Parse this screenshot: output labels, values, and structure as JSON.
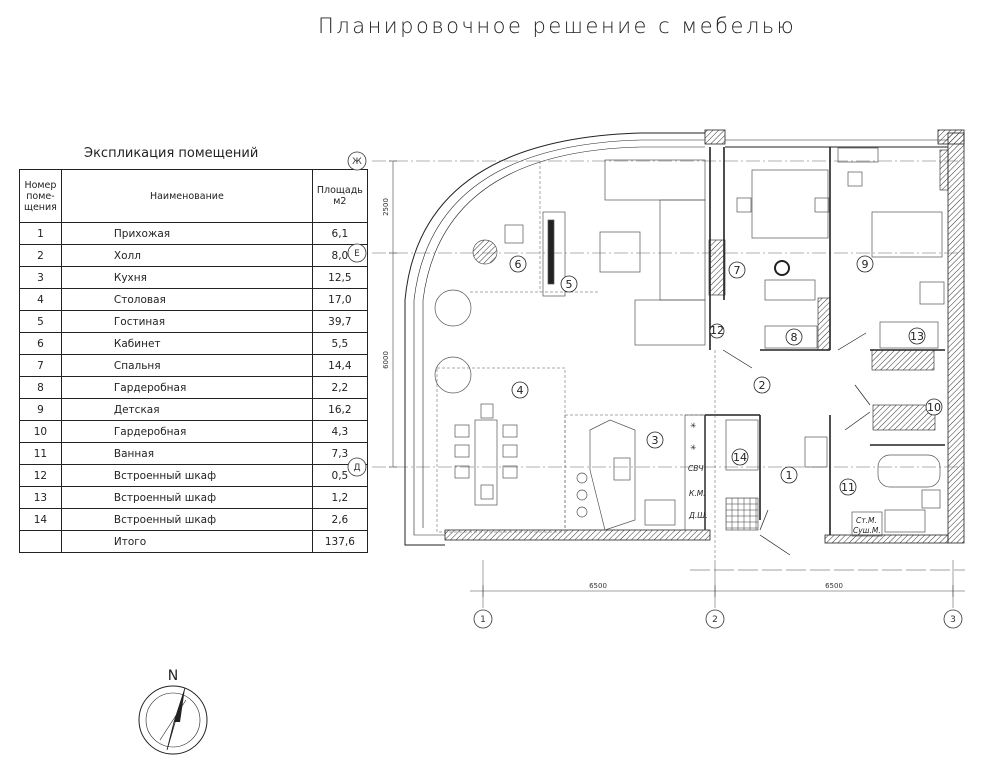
{
  "title": "Планировочное решение с мебелью",
  "explication": {
    "title": "Экспликация помещений",
    "headers": {
      "num": "Номер поме-щения",
      "name": "Наименование",
      "area": "Площадь м2"
    },
    "rows": [
      {
        "num": "1",
        "name": "Прихожая",
        "area": "6,1"
      },
      {
        "num": "2",
        "name": "Холл",
        "area": "8,0"
      },
      {
        "num": "3",
        "name": "Кухня",
        "area": "12,5"
      },
      {
        "num": "4",
        "name": "Столовая",
        "area": "17,0"
      },
      {
        "num": "5",
        "name": "Гостиная",
        "area": "39,7"
      },
      {
        "num": "6",
        "name": "Кабинет",
        "area": "5,5"
      },
      {
        "num": "7",
        "name": "Спальня",
        "area": "14,4"
      },
      {
        "num": "8",
        "name": "Гардеробная",
        "area": "2,2"
      },
      {
        "num": "9",
        "name": "Детская",
        "area": "16,2"
      },
      {
        "num": "10",
        "name": "Гардеробная",
        "area": "4,3"
      },
      {
        "num": "11",
        "name": "Ванная",
        "area": "7,3"
      },
      {
        "num": "12",
        "name": "Встроенный шкаф",
        "area": "0,5"
      },
      {
        "num": "13",
        "name": "Встроенный шкаф",
        "area": "1,2"
      },
      {
        "num": "14",
        "name": "Встроенный шкаф",
        "area": "2,6"
      },
      {
        "num": "",
        "name": "Итого",
        "area": "137,6"
      }
    ]
  },
  "axes": {
    "rows": [
      "Ж",
      "Е",
      "Д"
    ],
    "cols": [
      "1",
      "2",
      "3"
    ]
  },
  "dimensions": {
    "left_top": "2500",
    "left_bottom": "6000",
    "bottom_left": "6500",
    "bottom_right": "6500"
  },
  "room_markers": [
    "1",
    "2",
    "3",
    "4",
    "5",
    "6",
    "7",
    "8",
    "9",
    "10",
    "11",
    "12",
    "13",
    "14"
  ],
  "fixtures": {
    "microwave": "СВЧ",
    "coffee": "К.М.",
    "dishwasher": "Д.Ш.",
    "washer": "Ст.М.",
    "dryer": "Суш.М."
  },
  "compass_label": "N"
}
